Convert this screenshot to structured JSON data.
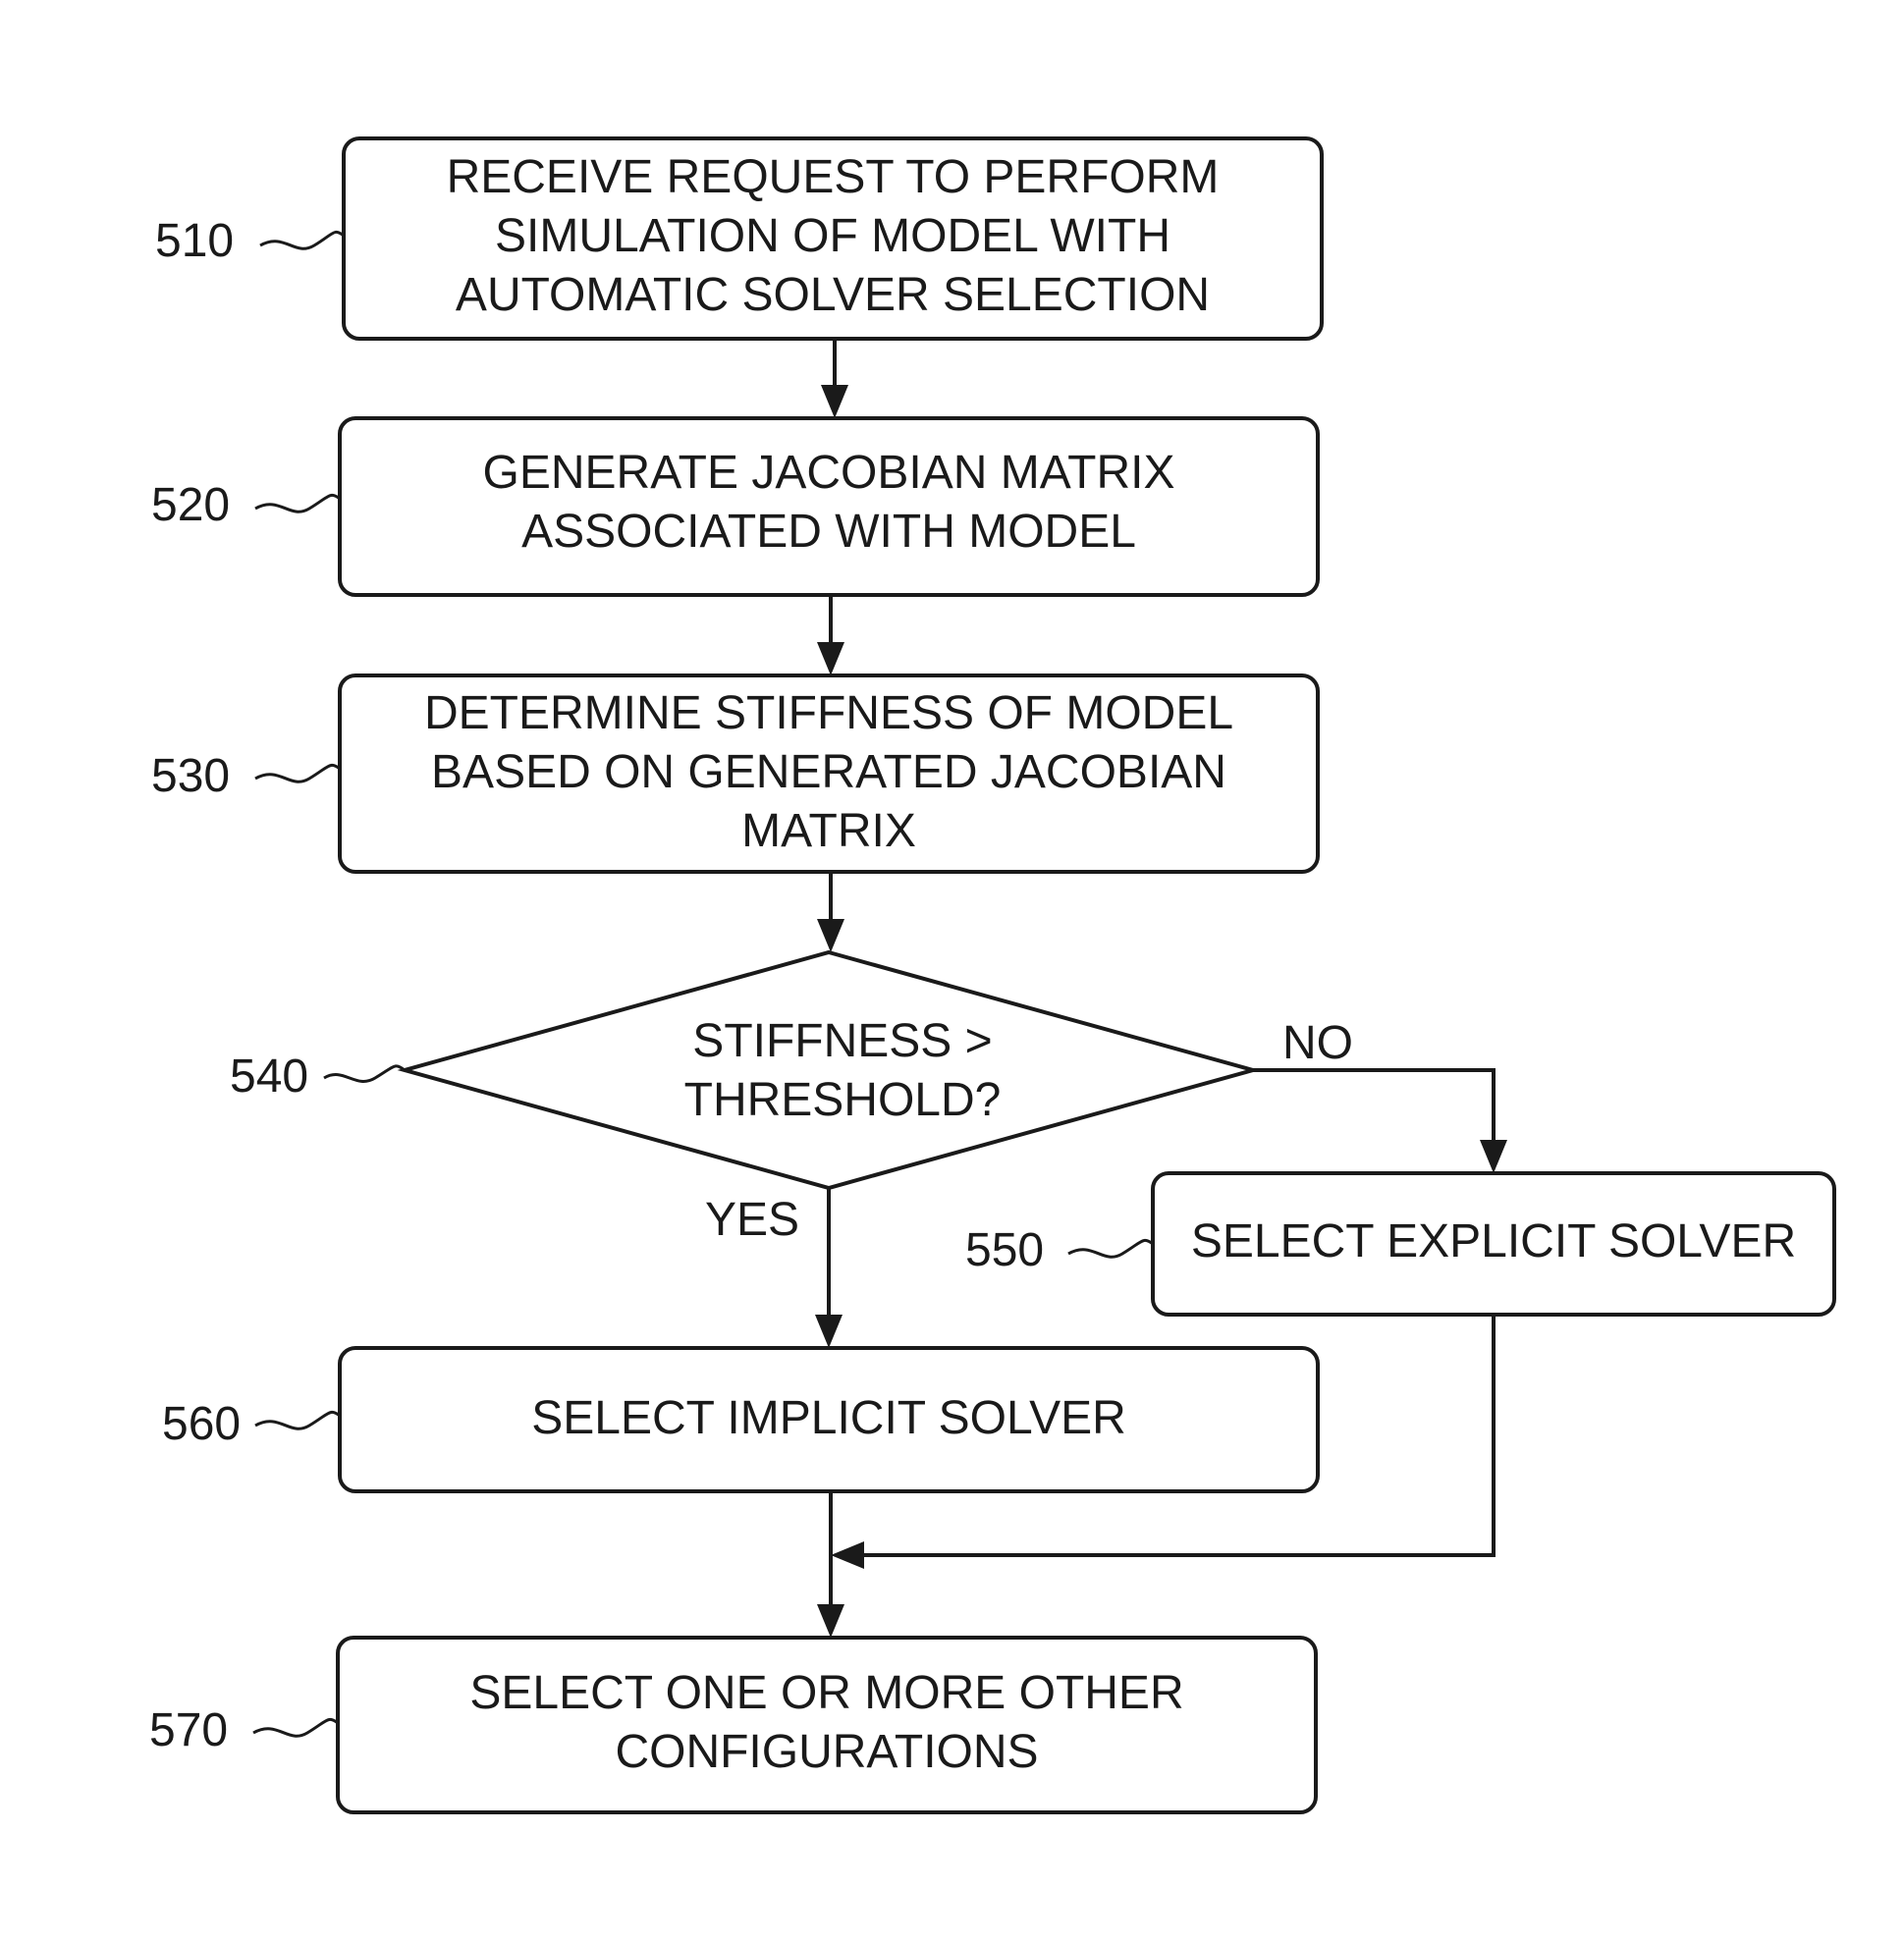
{
  "steps": {
    "s510": {
      "ref": "510",
      "lines": [
        "RECEIVE REQUEST TO PERFORM",
        "SIMULATION OF MODEL WITH",
        "AUTOMATIC SOLVER SELECTION"
      ]
    },
    "s520": {
      "ref": "520",
      "lines": [
        "GENERATE JACOBIAN MATRIX",
        "ASSOCIATED WITH MODEL"
      ]
    },
    "s530": {
      "ref": "530",
      "lines": [
        "DETERMINE STIFFNESS OF MODEL",
        "BASED ON GENERATED JACOBIAN",
        "MATRIX"
      ]
    },
    "s540": {
      "ref": "540",
      "lines": [
        "STIFFNESS >",
        "THRESHOLD?"
      ]
    },
    "s550": {
      "ref": "550",
      "lines": [
        "SELECT EXPLICIT SOLVER"
      ]
    },
    "s560": {
      "ref": "560",
      "lines": [
        "SELECT IMPLICIT SOLVER"
      ]
    },
    "s570": {
      "ref": "570",
      "lines": [
        "SELECT ONE OR MORE OTHER",
        "CONFIGURATIONS"
      ]
    }
  },
  "branches": {
    "yes": "YES",
    "no": "NO"
  }
}
